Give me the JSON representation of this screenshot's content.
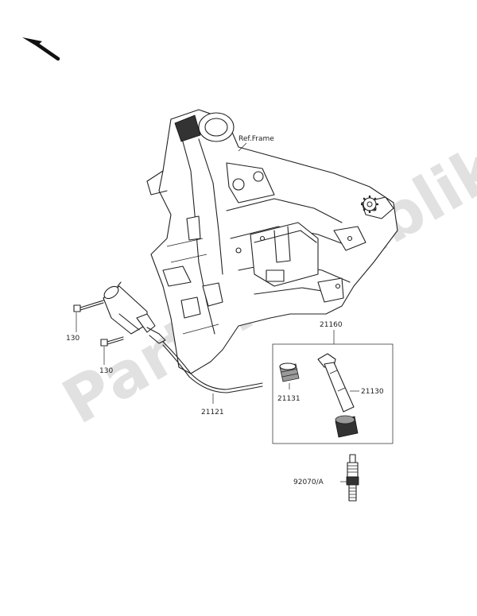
{
  "labels": {
    "ref_frame": "Ref.Frame",
    "bolt_upper": "130",
    "bolt_lower": "130",
    "kit_box": "21160",
    "cap_seal": "21131",
    "plug_cap": "21130",
    "lead_wire": "21121",
    "spark_plug": "92070/A"
  },
  "watermark": {
    "text": "PartsRepublik",
    "color": "#c9c9c9"
  },
  "icons": {
    "direction_arrow": "arrow-up-left-icon",
    "settings_gear": "gear-icon"
  }
}
